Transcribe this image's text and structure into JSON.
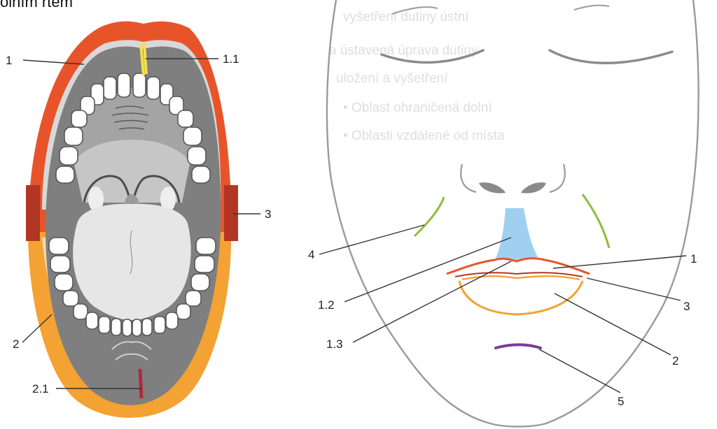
{
  "title": "olním rtem",
  "background_text": [
    "vyšetření dutiny ústní",
    "a ústavená úprava dutiny",
    "uložení a vyšetření",
    "• Oblast ohraničená dolní",
    "• Oblasti vzdálené od místa"
  ],
  "mouth_labels": {
    "l1": "1",
    "l1_1": "1.1",
    "l2": "2",
    "l2_1": "2.1",
    "l3": "3"
  },
  "face_labels": {
    "l1": "1",
    "l1_2": "1.2",
    "l1_3": "1.3",
    "l2": "2",
    "l3": "3",
    "l4": "4",
    "l5": "5"
  },
  "colors": {
    "upper_lip": "#e8542a",
    "lower_lip": "#f4a233",
    "commissure": "#b23624",
    "frenulum_upper": "#f5e04a",
    "frenulum_lower": "#b0283c",
    "nose_region": "#9fd0f0",
    "nasolabial": "#8dbd3a",
    "chin_groove": "#7b3b9a",
    "oral_cavity": "#7f7f7f",
    "palate": "#a4a4a4",
    "tongue": "#e6e6e6"
  }
}
